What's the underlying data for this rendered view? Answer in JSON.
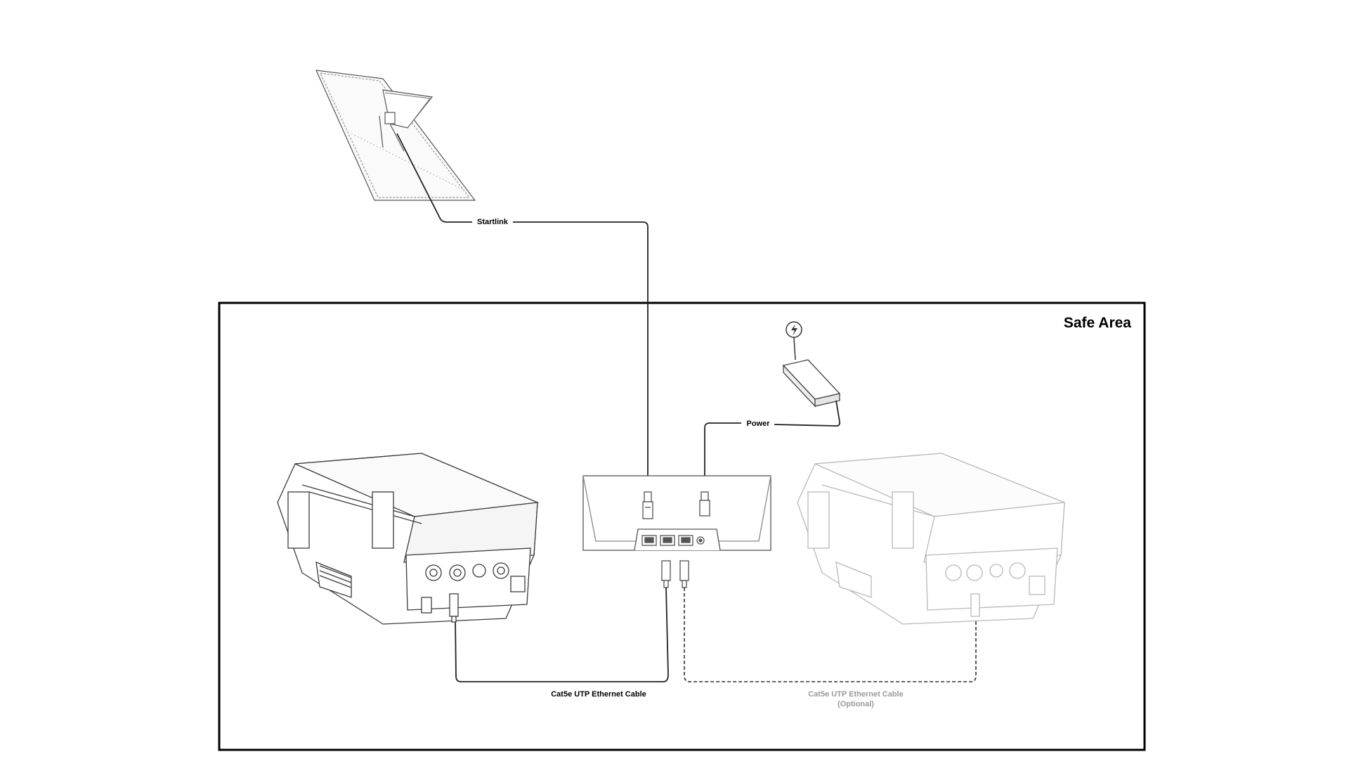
{
  "diagram": {
    "title": "Safe Area",
    "labels": {
      "starlink": "Startlink",
      "power": "Power",
      "cable_primary": "Cat5e UTP Ethernet Cable",
      "cable_optional": "Cat5e UTP Ethernet Cable",
      "cable_optional_note": "(Optional)"
    },
    "devices": [
      {
        "name": "starlink-dish"
      },
      {
        "name": "power-adapter"
      },
      {
        "name": "router-hub"
      },
      {
        "name": "rugged-case-primary"
      },
      {
        "name": "rugged-case-optional"
      }
    ],
    "icons": [
      "lightning-icon"
    ],
    "colors": {
      "line": "#1a1a1a",
      "faded": "#b8b8b8",
      "optional_text": "#9a9a9a",
      "border": "#000000"
    }
  }
}
